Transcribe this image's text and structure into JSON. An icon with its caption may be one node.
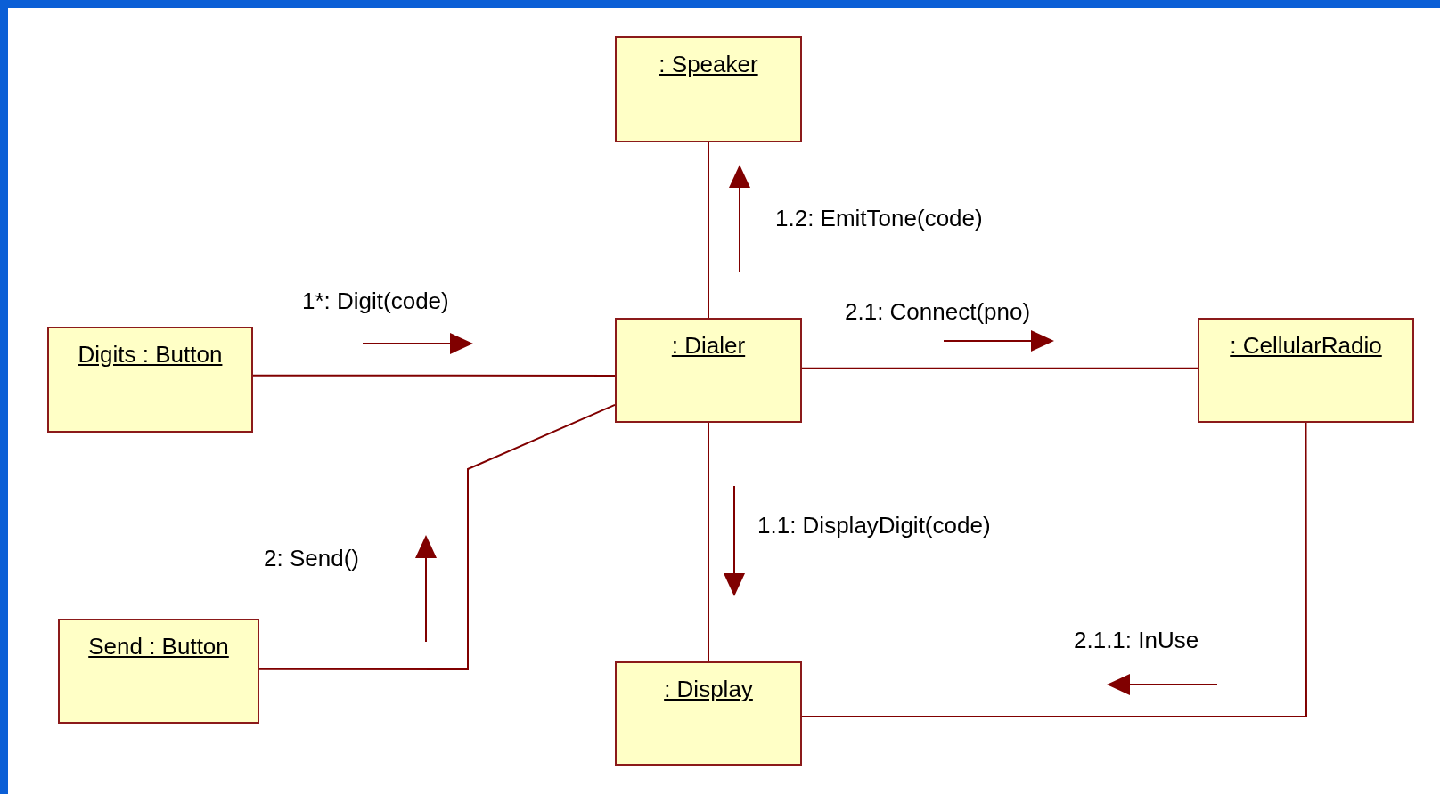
{
  "diagram": {
    "nodes": [
      {
        "text": [
          ": Speaker"
        ]
      },
      {
        "text": [
          "Digits : Button"
        ]
      },
      {
        "text": [
          ": Dialer"
        ]
      },
      {
        "text": [
          ": CellularRadio"
        ]
      },
      {
        "text": [
          "Send : Button"
        ]
      },
      {
        "text": [
          ": Display"
        ]
      }
    ],
    "edges": [
      {
        "from": 2,
        "to": 0,
        "arrow": "none",
        "label": "1.2: EmitTone(code)"
      },
      {
        "from": 1,
        "to": 2,
        "arrow": "none",
        "label": "1*: Digit(code)"
      },
      {
        "from": 2,
        "to": 3,
        "arrow": "none",
        "label": "2.1: Connect(pno)"
      },
      {
        "from": 2,
        "to": 5,
        "arrow": "none",
        "label": "1.1: DisplayDigit(code)"
      },
      {
        "from": 4,
        "to": 2,
        "arrow": "none",
        "label": "2: Send()"
      },
      {
        "from": 3,
        "to": 5,
        "arrow": "none",
        "label": "2.1.1: InUse"
      }
    ]
  }
}
